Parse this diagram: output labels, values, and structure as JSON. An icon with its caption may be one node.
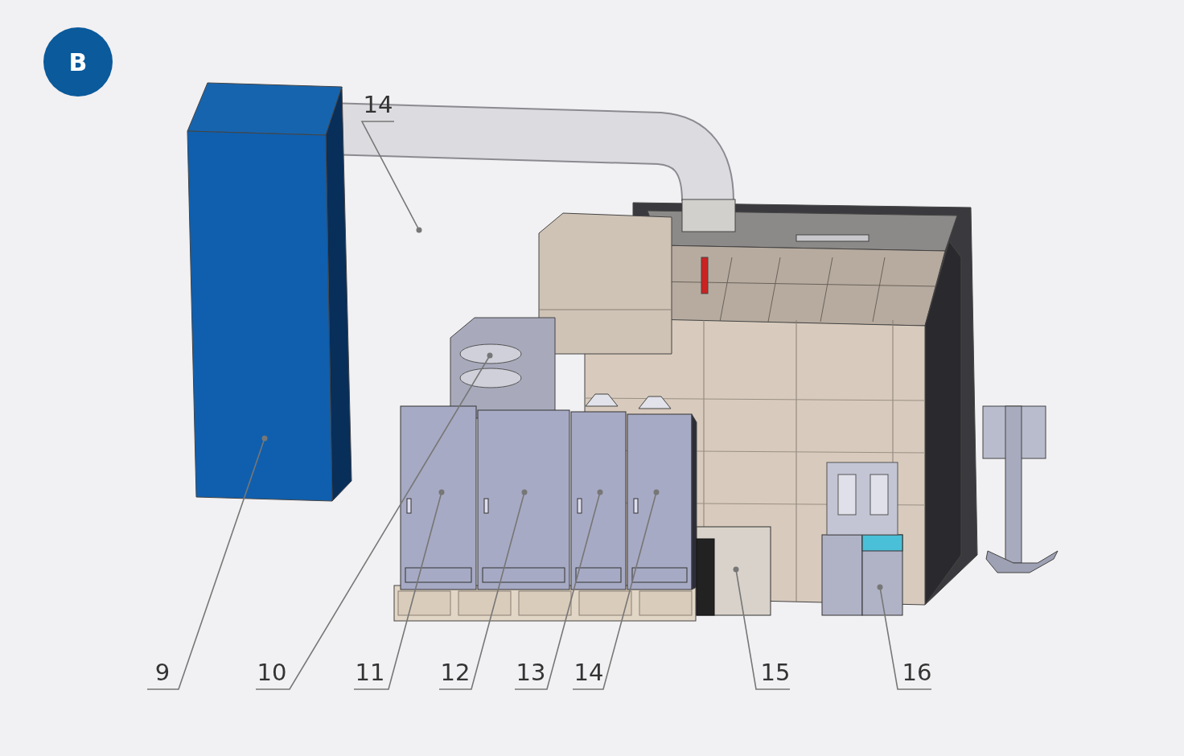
{
  "diagram": {
    "nodes": [
      {
        "text": [
          "B"
        ]
      },
      {
        "text": [
          "14"
        ]
      },
      {
        "text": [
          "9"
        ]
      },
      {
        "text": [
          "10"
        ]
      },
      {
        "text": [
          "11"
        ]
      },
      {
        "text": [
          "12"
        ]
      },
      {
        "text": [
          "13"
        ]
      },
      {
        "text": [
          "14"
        ]
      },
      {
        "text": [
          "15"
        ]
      },
      {
        "text": [
          "16"
        ]
      }
    ],
    "edges": [
      {
        "from": 1,
        "to": null,
        "arrow": "other"
      },
      {
        "from": 2,
        "to": null,
        "arrow": "other"
      },
      {
        "from": 3,
        "to": null,
        "arrow": "other"
      },
      {
        "from": 4,
        "to": null,
        "arrow": "other"
      },
      {
        "from": 5,
        "to": null,
        "arrow": "other"
      },
      {
        "from": 6,
        "to": null,
        "arrow": "other"
      },
      {
        "from": 7,
        "to": null,
        "arrow": "other"
      },
      {
        "from": 8,
        "to": null,
        "arrow": "other"
      },
      {
        "from": 9,
        "to": null,
        "arrow": "other"
      }
    ]
  }
}
